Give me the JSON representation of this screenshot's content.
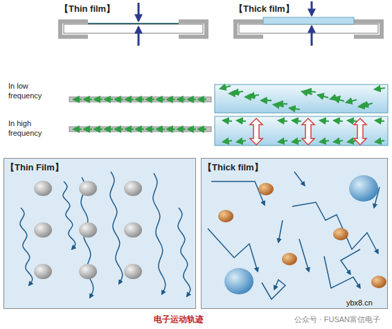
{
  "diagram": {
    "caption": "电子运动轨迹",
    "nodes": [
      {
        "text": [
          "【Thin Film】"
        ]
      },
      {
        "text": [
          "【Thick film】"
        ]
      }
    ],
    "labels": [
      "【Thin film】",
      "【Thick film】",
      "In low frequency",
      "In high frequency",
      "ybx8.cn",
      "公众号 · FUSAN富信电子"
    ]
  }
}
